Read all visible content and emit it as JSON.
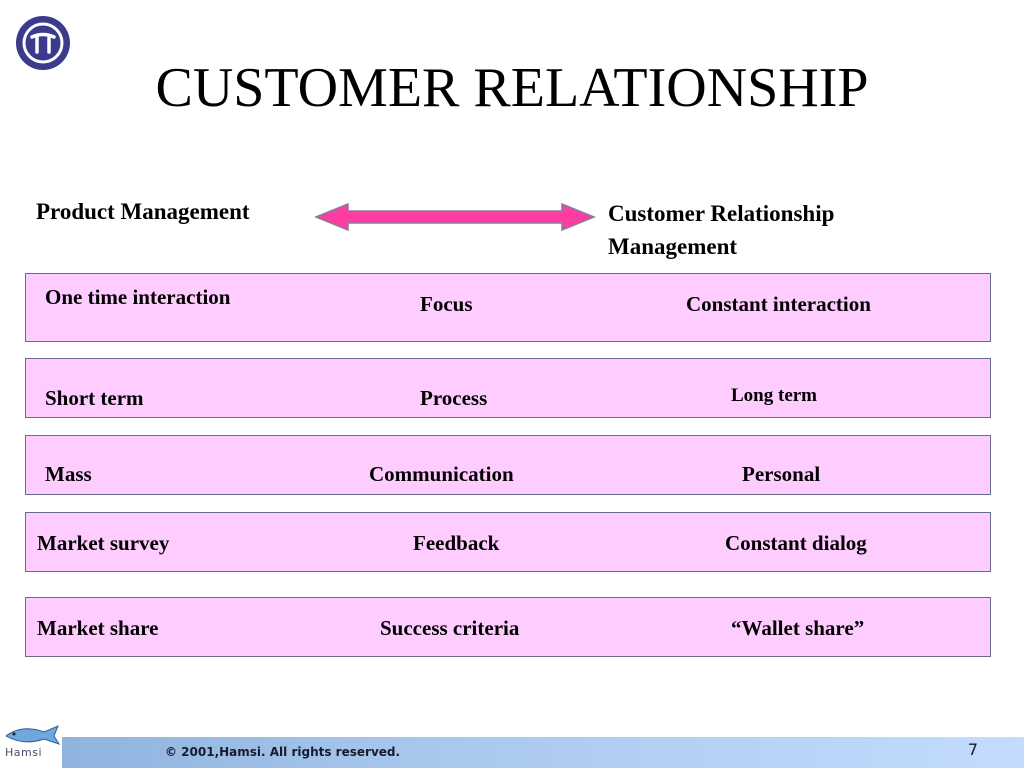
{
  "slide": {
    "title": "CUSTOMER RELATIONSHIP",
    "left_heading": "Product Management",
    "right_heading_line1": "Customer Relationship",
    "right_heading_line2": "Management"
  },
  "rows": [
    {
      "left": "One time interaction",
      "middle": "Focus",
      "right": "Constant interaction"
    },
    {
      "left": "Short term",
      "middle": "Process",
      "right": "Long term"
    },
    {
      "left": "Mass",
      "middle": "Communication",
      "right": "Personal"
    },
    {
      "left": "Market survey",
      "middle": "Feedback",
      "right": "Constant dialog"
    },
    {
      "left": "Market share",
      "middle": "Success criteria",
      "right": "“Wallet share”"
    }
  ],
  "footer": {
    "copyright": "© 2001,Hamsi. All rights reserved.",
    "page_number": "7",
    "brand": "Hamsi"
  },
  "icons": {
    "logo": "company-logo-icon",
    "arrow": "double-arrow-icon",
    "fish": "fish-logo-icon"
  },
  "colors": {
    "row_background": "#ffccff",
    "arrow_fill": "#ff3ca0",
    "logo_background": "#3b3a8c",
    "footer_gradient_start": "#8fb4de",
    "footer_gradient_end": "#c3dcff"
  }
}
